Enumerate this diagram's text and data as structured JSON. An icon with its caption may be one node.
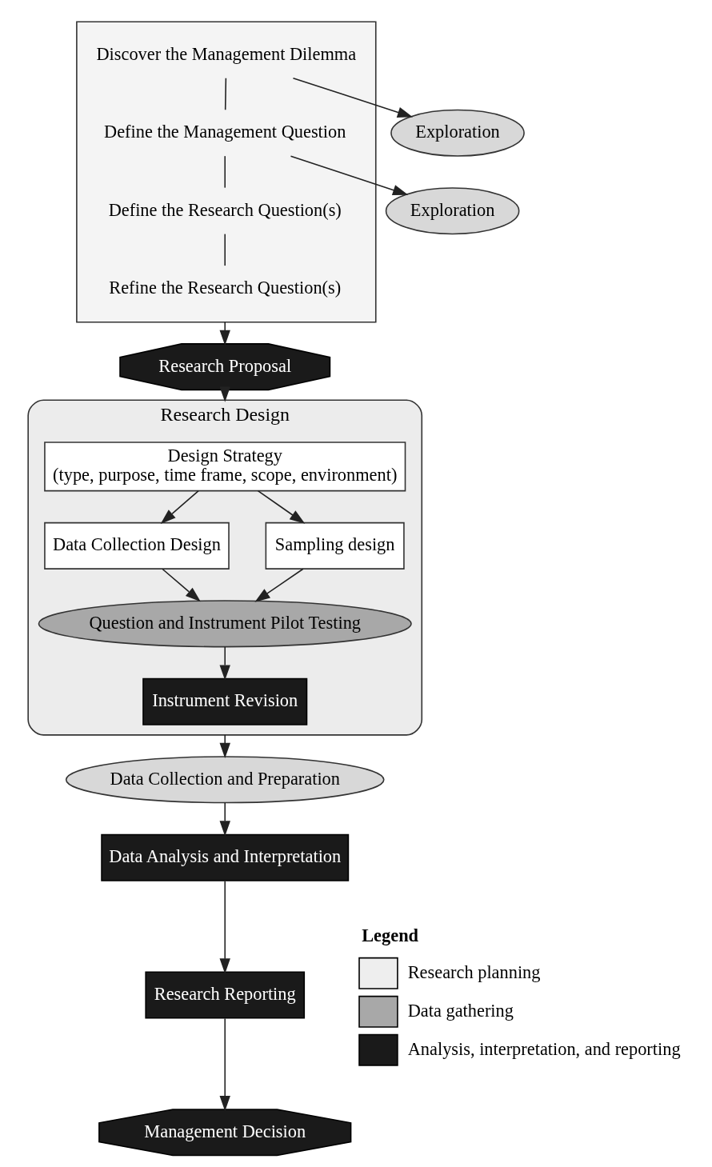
{
  "diagram": {
    "nodes": [
      {
        "text": [],
        "shape": "triangle"
      },
      {
        "text": [
          "Discover the Management Dilemma"
        ],
        "in": 0
      },
      {
        "text": [
          "Define the Management Question"
        ],
        "in": 0
      },
      {
        "text": [
          "Define the Research Question(s)"
        ],
        "in": 0
      },
      {
        "text": [
          "Refine the Research Question(s)"
        ],
        "in": 0
      },
      {
        "text": [
          "Exploration"
        ]
      },
      {
        "text": [
          "Exploration"
        ]
      },
      {
        "text": [
          "Research Proposal"
        ]
      },
      {
        "text": [
          "Research Design"
        ]
      },
      {
        "text": [
          "Design Strategy",
          "(type, purpose, time frame, scope, environment)"
        ],
        "in": 8
      },
      {
        "text": [
          "Data Collection Design"
        ],
        "in": 8
      },
      {
        "text": [
          "Sampling design"
        ],
        "in": 8
      },
      {
        "text": [
          "Question and Instrument Pilot Testing"
        ],
        "in": 8
      },
      {
        "text": [
          "Instrument Revision"
        ],
        "in": 8
      },
      {
        "text": [
          "Data Collection and Preparation"
        ]
      },
      {
        "text": [
          "Data Analysis and Interpretation"
        ]
      },
      {
        "text": [
          "Research Reporting"
        ]
      },
      {
        "text": [
          "Management Decision"
        ]
      }
    ],
    "edges": [
      {
        "from": 1,
        "to": 2,
        "arrow": "none"
      },
      {
        "from": 2,
        "to": 3,
        "arrow": "none"
      },
      {
        "from": 3,
        "to": 4,
        "arrow": "none"
      },
      {
        "from": 1,
        "to": 6,
        "arrow": "to"
      },
      {
        "from": 2,
        "to": 5,
        "arrow": "to"
      },
      {
        "from": 0,
        "to": 7,
        "arrow": "to"
      },
      {
        "from": 7,
        "to": 8,
        "arrow": "to"
      },
      {
        "from": 9,
        "to": 10,
        "arrow": "to"
      },
      {
        "from": 9,
        "to": 11,
        "arrow": "to"
      },
      {
        "from": 10,
        "to": 12,
        "arrow": "to"
      },
      {
        "from": 11,
        "to": 12,
        "arrow": "to"
      },
      {
        "from": 12,
        "to": 13,
        "arrow": "to"
      },
      {
        "from": 8,
        "to": 14,
        "arrow": "to"
      },
      {
        "from": 14,
        "to": 15,
        "arrow": "to"
      },
      {
        "from": 15,
        "to": 16,
        "arrow": "to"
      },
      {
        "from": 16,
        "to": 17,
        "arrow": "to"
      }
    ],
    "labels": [
      "Legend"
    ],
    "legend": [
      {
        "text": "Research planning",
        "color": "#eeeeee"
      },
      {
        "text": "Data gathering",
        "color": "#a8a8a8"
      },
      {
        "text": "Analysis, interpretation, and reporting",
        "color": "#1a1a1a"
      }
    ]
  }
}
